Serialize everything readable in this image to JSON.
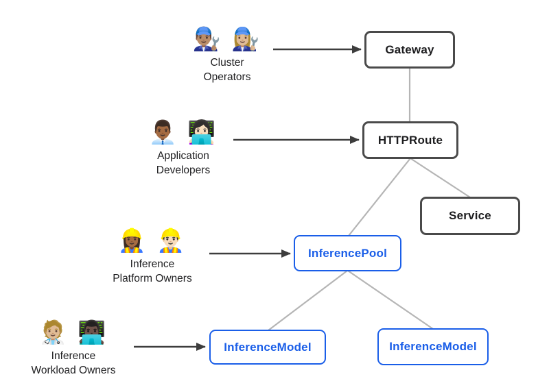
{
  "actors": [
    {
      "emoji": "👨🏽‍🔧 👩🏼‍🔧",
      "label": "Cluster\nOperators",
      "manages": "Gateway"
    },
    {
      "emoji": "👨🏾‍💼 👩🏻‍💻",
      "label": "Application\nDevelopers",
      "manages": "HTTPRoute"
    },
    {
      "emoji": "👷🏾‍♀️ 👷🏻‍♂️",
      "label": "Inference\nPlatform Owners",
      "manages": "InferencePool"
    },
    {
      "emoji": "🧑🏼‍⚕️ 👨🏿‍💻",
      "label": "Inference\nWorkload Owners",
      "manages": "InferenceModel"
    }
  ],
  "nodes": {
    "gateway": {
      "label": "Gateway",
      "style": "dark"
    },
    "httproute": {
      "label": "HTTPRoute",
      "style": "dark"
    },
    "service": {
      "label": "Service",
      "style": "dark"
    },
    "inferencepool": {
      "label": "InferencePool",
      "style": "blue"
    },
    "inferencemodel_left": {
      "label": "InferenceModel",
      "style": "blue"
    },
    "inferencemodel_right": {
      "label": "InferenceModel",
      "style": "blue"
    }
  },
  "edges": [
    {
      "from": "Gateway",
      "to": "HTTPRoute"
    },
    {
      "from": "HTTPRoute",
      "to": "InferencePool"
    },
    {
      "from": "HTTPRoute",
      "to": "Service"
    },
    {
      "from": "InferencePool",
      "to": "InferenceModel (left)"
    },
    {
      "from": "InferencePool",
      "to": "InferenceModel (right)"
    }
  ],
  "actor_arrows": [
    {
      "from": "Cluster Operators",
      "to": "Gateway"
    },
    {
      "from": "Application Developers",
      "to": "HTTPRoute"
    },
    {
      "from": "Inference Platform Owners",
      "to": "InferencePool"
    },
    {
      "from": "Inference Workload Owners",
      "to": "InferenceModel (left)"
    }
  ],
  "colors": {
    "node_border_dark": "#4a4a4a",
    "node_text_dark": "#1d1d1f",
    "node_blue": "#1a5ee8",
    "connector_gray": "#b5b5b5",
    "arrow_dark": "#3d3d3d",
    "background": "#ffffff"
  }
}
